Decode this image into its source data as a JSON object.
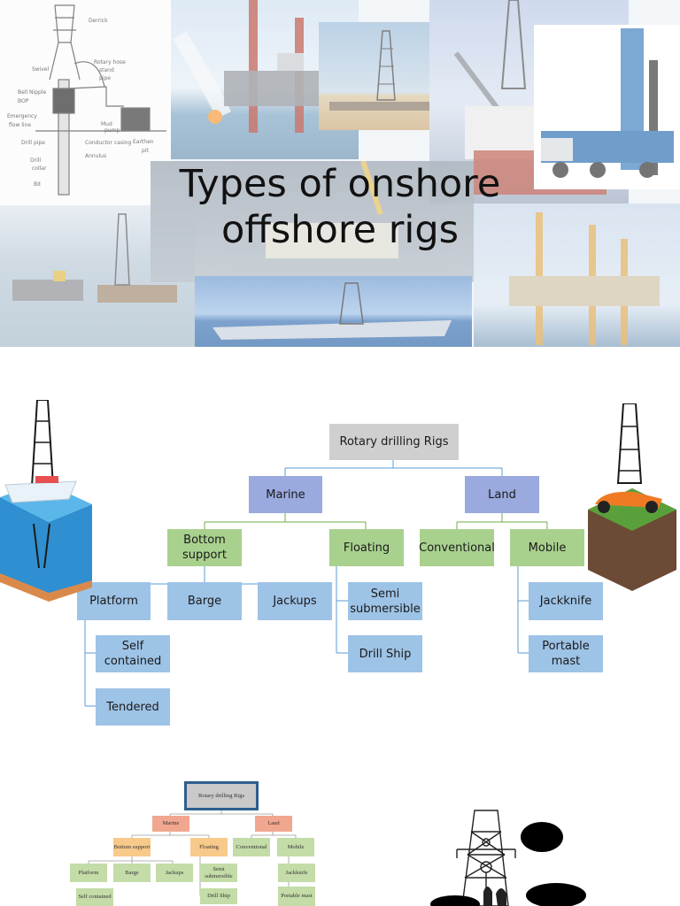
{
  "slide1": {
    "title_line1": "Types of onshore",
    "title_line2": "offshore rigs",
    "schematic_labels": [
      "Derrick",
      "Swivel",
      "Rotary hose",
      "stand",
      "pipe",
      "Bell Nipple",
      "BOP",
      "Emergency",
      "flow line",
      "Drill pipe",
      "Conductor casing",
      "Annulus",
      "Drill",
      "collar",
      "Bit",
      "Earthen",
      "pit",
      "Mud",
      "pump"
    ]
  },
  "tree": {
    "root": "Rotary drilling Rigs",
    "marine": "Marine",
    "land": "Land",
    "bottom_support": "Bottom support",
    "floating": "Floating",
    "conventional": "Conventional",
    "mobile": "Mobile",
    "platform": "Platform",
    "barge": "Barge",
    "jackups": "Jackups",
    "semi_submersible": "Semi submersible",
    "drill_ship": "Drill Ship",
    "self_contained": "Self contained",
    "tendered": "Tendered",
    "jackknife": "Jackknife",
    "portable_mast": "Portable mast"
  },
  "mini_tree": {
    "root": "Rotary drilling Rigs",
    "marine": "Marine",
    "land": "Land",
    "bottom_support": "Bottom support",
    "floating": "Floating",
    "conventional": "Conventional",
    "mobile": "Mobile",
    "platform": "Platform",
    "barge": "Barge",
    "jackups": "Jackups",
    "semi_submersible": "Semi submersible",
    "drill_ship": "Drill Ship",
    "self_contained": "Self contained",
    "jackknife": "Jackknife",
    "portable_mast": "Portable mast"
  },
  "colors": {
    "gray": "#cfcfcf",
    "purple": "#9aa9de",
    "green": "#a9d18e",
    "blue": "#9dc3e6",
    "connector_blue": "#5b9bd5",
    "connector_green": "#70ad47",
    "mini_root_border": "#2e5f8f"
  }
}
